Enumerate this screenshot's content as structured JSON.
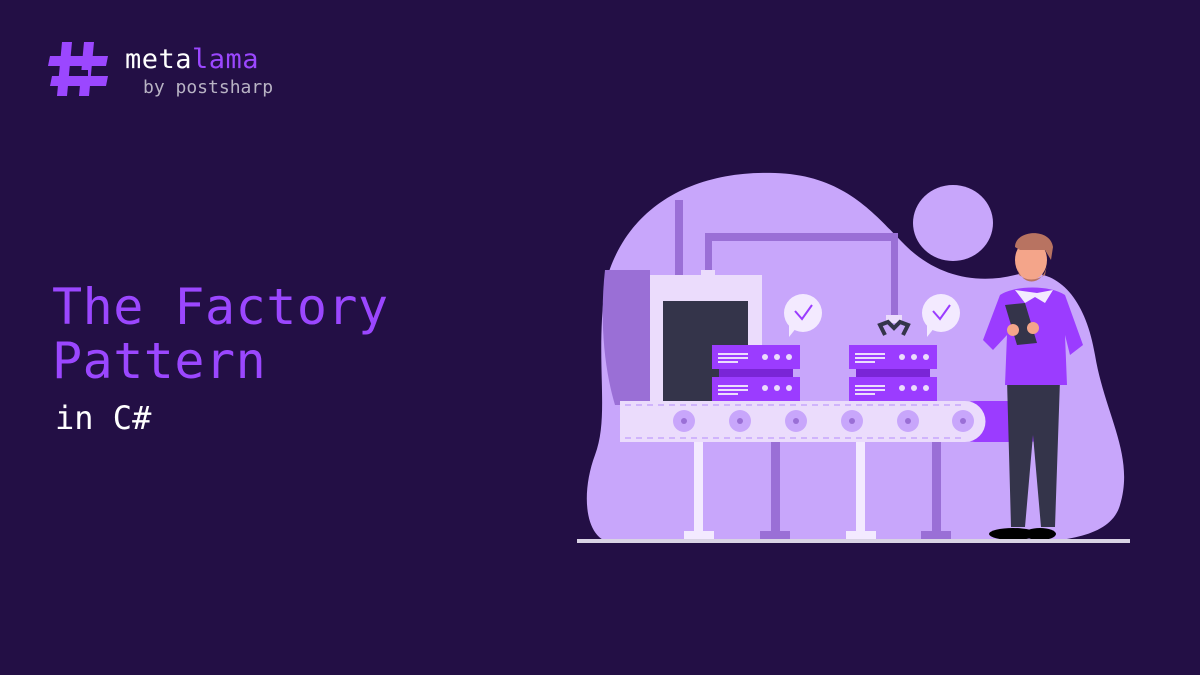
{
  "brand": {
    "icon": "hash-logo-icon",
    "name_part1": "meta",
    "name_part2": "lama",
    "tagline": "by postsharp",
    "colors": {
      "accent": "#9b47ff",
      "background": "#230f45",
      "text": "#ffffff",
      "muted": "#b8b3c4"
    }
  },
  "headline": {
    "line1": "The Factory",
    "line2": "Pattern",
    "subtitle": "in C#"
  },
  "illustration": {
    "description": "factory-conveyor-belt-with-engineer",
    "colors": {
      "blob": "#c8a6fb",
      "dark_purple": "#9a6fd6",
      "light": "#ebdcfc",
      "server": "#9b3cff",
      "pants": "#34344a"
    }
  }
}
